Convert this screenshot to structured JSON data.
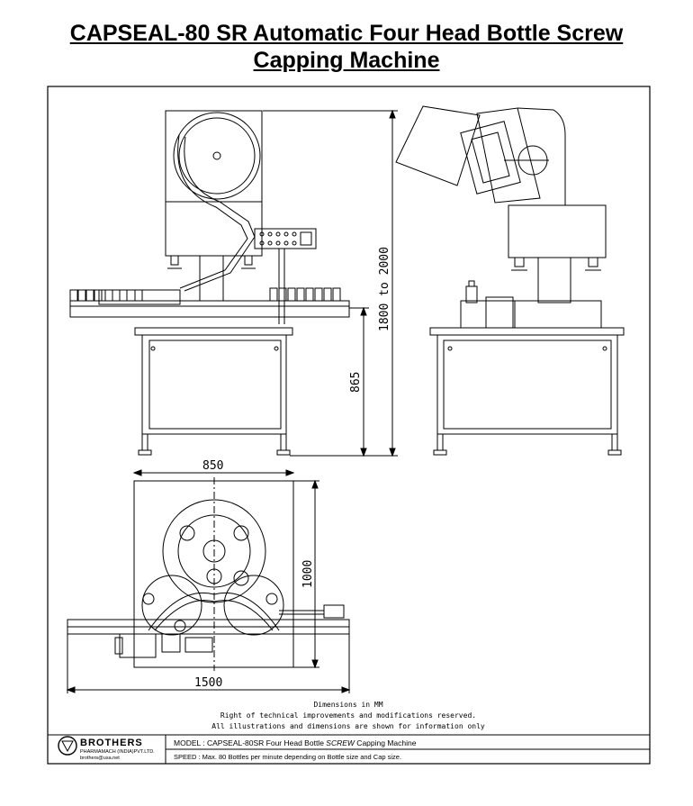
{
  "title": {
    "line1": "CAPSEAL-80 SR   Automatic Four  Head   Bottle Screw",
    "line2": "Capping Machine"
  },
  "dimensions": {
    "height_range": "1800  to  2000",
    "table_height": "865",
    "width_top": "850",
    "depth": "1000",
    "length": "1500"
  },
  "notes": {
    "line1": "Dimensions in MM",
    "line2": "Right of technical improvements and modifications reserved.",
    "line3": "All illustrations and dimensions are shown for information only"
  },
  "title_block": {
    "company": "BROTHERS",
    "company_sub": "PHARMAMACH (INDIA)PVT.LTD.",
    "email": "brothers@usa.net",
    "model_prefix": "MODEL : CAPSEAL-80SR Four Head Bottle ",
    "model_italic": "SCREW",
    "model_suffix": " Capping Machine",
    "speed": "SPEED : Max. 80 Bottles per minute depending on Bottle size and Cap size."
  }
}
